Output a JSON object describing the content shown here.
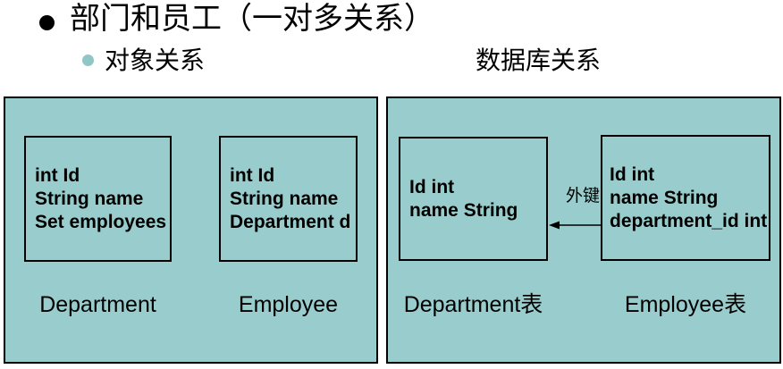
{
  "slide": {
    "title": "部门和员工（一对多关系）",
    "subtitles": {
      "left": "对象关系",
      "right": "数据库关系"
    }
  },
  "object_panel": {
    "classes": [
      {
        "caption": "Department",
        "fields": [
          "int Id",
          "String name",
          "Set employees"
        ]
      },
      {
        "caption": "Employee",
        "fields": [
          "int Id",
          "String name",
          "Department d"
        ]
      }
    ]
  },
  "db_panel": {
    "arrow_label": "外键",
    "tables": [
      {
        "caption": "Department表",
        "fields": [
          "Id int",
          "name String"
        ]
      },
      {
        "caption": "Employee表",
        "fields": [
          "Id int",
          "name String",
          "department_id int"
        ]
      }
    ]
  },
  "colors": {
    "panel_bg": "#99cccc",
    "border": "#000000",
    "sub_bullet": "#8fc6c6",
    "text": "#000000"
  }
}
